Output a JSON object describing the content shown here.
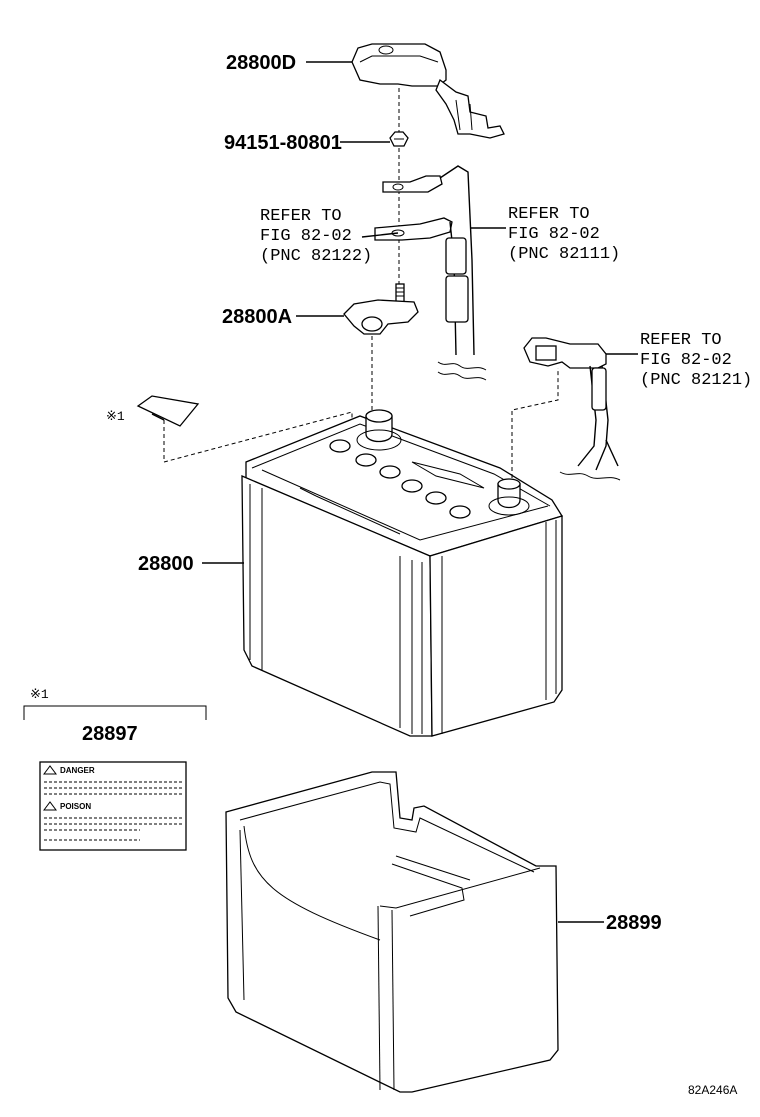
{
  "parts": {
    "terminal_cover": "28800D",
    "nut": "94151-80801",
    "terminal": "28800A",
    "battery": "28800",
    "label": "28897",
    "tray": "28899"
  },
  "refs": {
    "ref1": {
      "l1": "REFER TO",
      "l2": "FIG 82-02",
      "l3": "(PNC 82122)"
    },
    "ref2": {
      "l1": "REFER TO",
      "l2": "FIG 82-02",
      "l3": "(PNC 82111)"
    },
    "ref3": {
      "l1": "REFER TO",
      "l2": "FIG 82-02",
      "l3": "(PNC 82121)"
    }
  },
  "notes": {
    "mark_small": "※1",
    "mark_box": "※1"
  },
  "label_card": {
    "danger": "DANGER",
    "poison": "POISON"
  },
  "figure_code": "82A246A"
}
